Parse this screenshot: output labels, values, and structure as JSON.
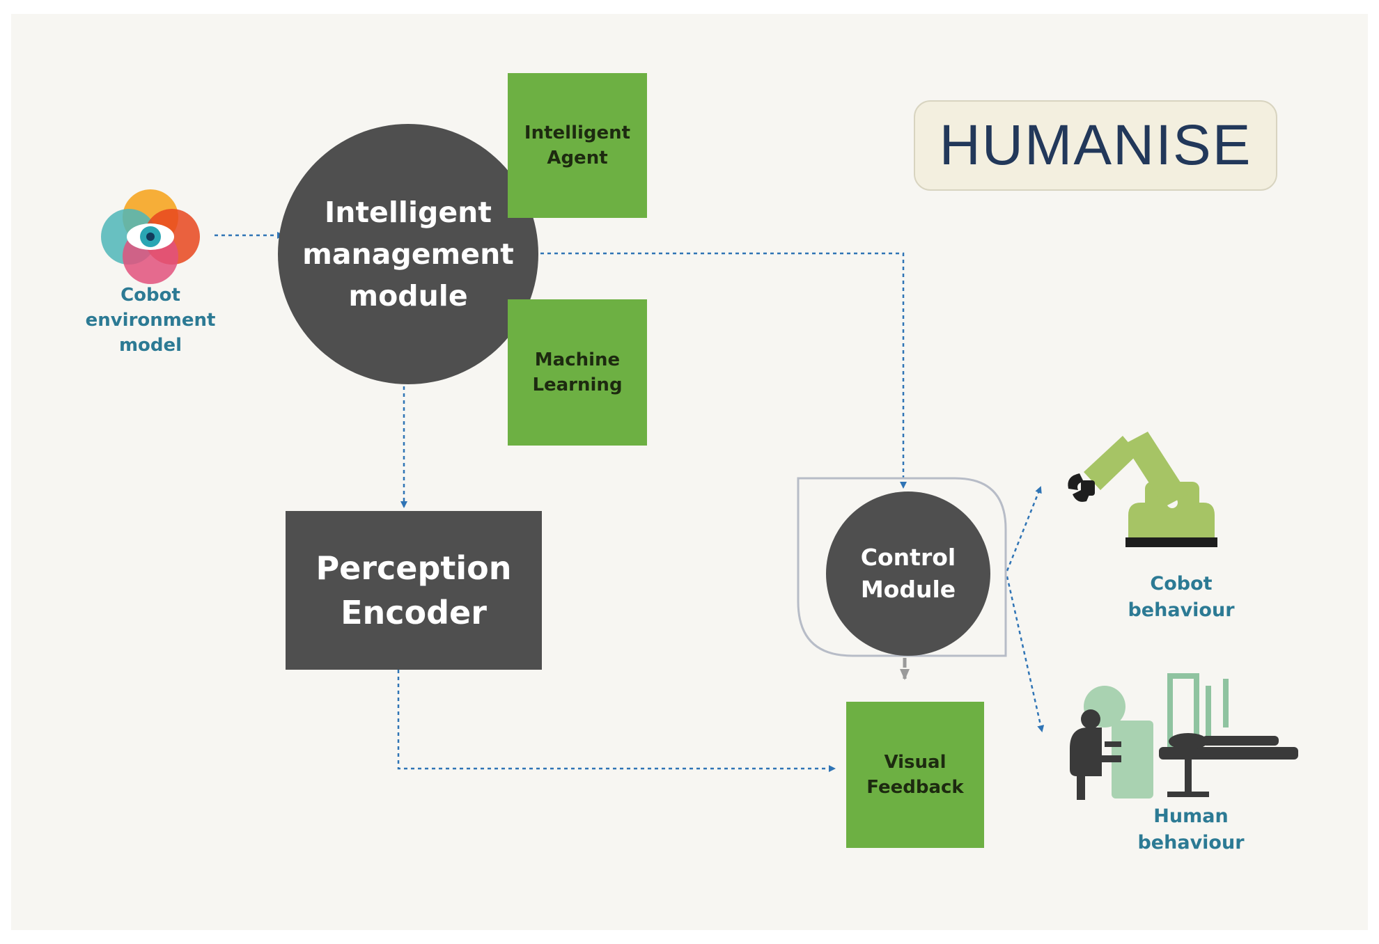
{
  "diagram": {
    "title": "HUMANISE",
    "nodes": {
      "intelligent_management": "Intelligent\nmanagement\nmodule",
      "intelligent_agent": "Intelligent\nAgent",
      "machine_learning": "Machine\nLearning",
      "perception_encoder": "Perception\nEncoder",
      "control_module": "Control\nModule",
      "visual_feedback": "Visual\nFeedback",
      "cobot_environment_model": "Cobot\nenvironment\nmodel",
      "cobot_behaviour": "Cobot\nbehaviour",
      "human_behaviour": "Human\nbehaviour"
    },
    "edges": [
      {
        "from": "Cobot environment model",
        "to": "Intelligent management module",
        "style": "dotted"
      },
      {
        "from": "Intelligent management module",
        "to": "Perception Encoder",
        "style": "dotted"
      },
      {
        "from": "Intelligent management module",
        "to": "Control Module",
        "style": "dotted"
      },
      {
        "from": "Perception Encoder",
        "to": "Visual Feedback",
        "style": "dotted"
      },
      {
        "from": "Control Module",
        "to": "Visual Feedback",
        "style": "solid"
      },
      {
        "from": "Control Module",
        "to": "Cobot behaviour",
        "style": "dotted"
      },
      {
        "from": "Control Module",
        "to": "Human behaviour",
        "style": "dotted"
      }
    ],
    "icons": [
      "eye-venn-icon",
      "robot-arm-icon",
      "human-operator-icon"
    ],
    "colors": {
      "green": "#6db043",
      "dark_gray": "#4f4f4f",
      "teal_text": "#2c7a94",
      "arrow_blue": "#2f74b5",
      "background": "#f7f6f2"
    }
  }
}
